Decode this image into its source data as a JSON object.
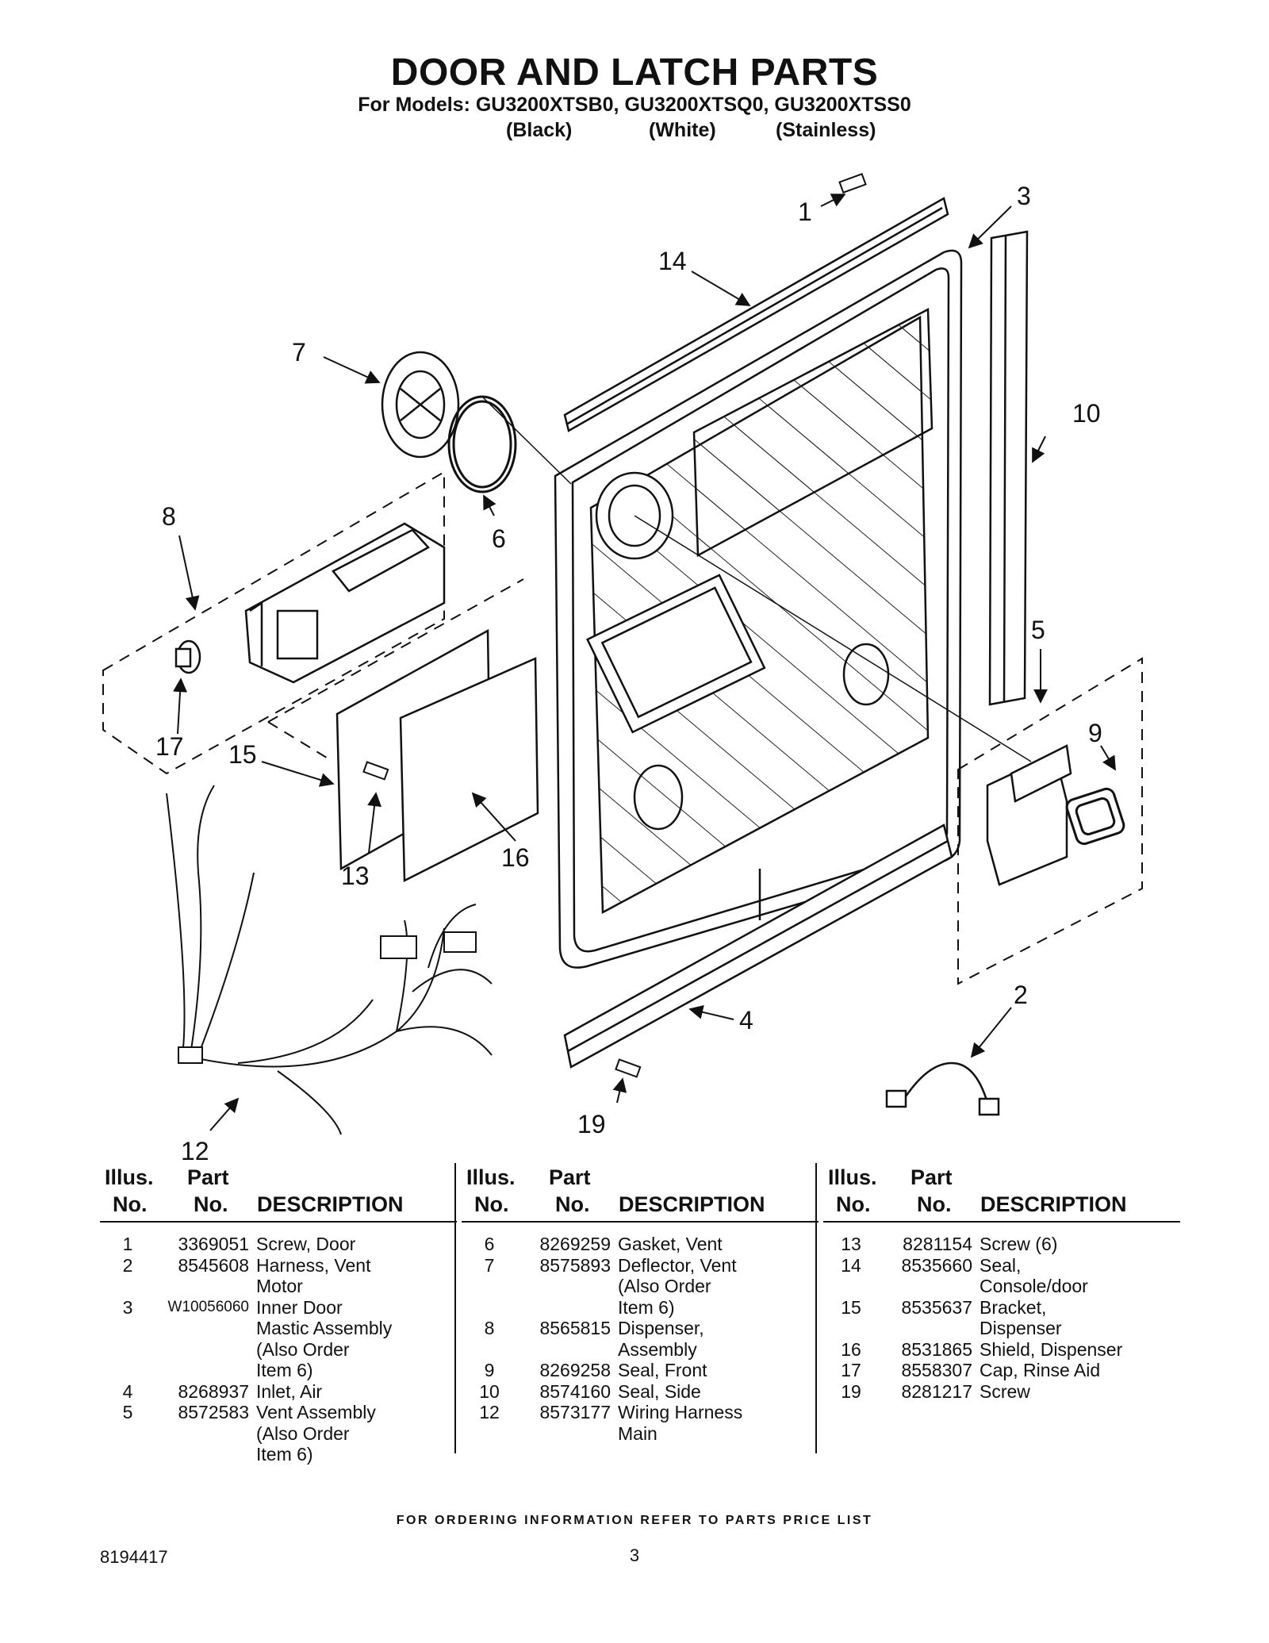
{
  "header": {
    "title": "DOOR AND LATCH PARTS",
    "models": "For Models: GU3200XTSB0, GU3200XTSQ0, GU3200XTSS0",
    "colors": [
      "(Black)",
      "(White)",
      "(Stainless)"
    ]
  },
  "diagram": {
    "callouts": [
      "1",
      "2",
      "3",
      "4",
      "5",
      "6",
      "7",
      "8",
      "9",
      "10",
      "12",
      "13",
      "14",
      "15",
      "16",
      "17",
      "19"
    ]
  },
  "table": {
    "headers": {
      "illus_top": "Illus.",
      "illus_bottom": "No.",
      "part_top": "Part",
      "part_bottom": "No.",
      "description": "DESCRIPTION"
    },
    "columns": [
      [
        {
          "illus": "1",
          "part": "3369051",
          "description": "Screw, Door"
        },
        {
          "illus": "2",
          "part": "8545608",
          "description": "Harness, Vent\nMotor"
        },
        {
          "illus": "3",
          "part": "W10056060",
          "description": "Inner Door\nMastic Assembly\n(Also Order\nItem 6)"
        },
        {
          "illus": "4",
          "part": "8268937",
          "description": "Inlet, Air"
        },
        {
          "illus": "5",
          "part": "8572583",
          "description": "Vent Assembly\n(Also Order\n Item 6)"
        }
      ],
      [
        {
          "illus": "6",
          "part": "8269259",
          "description": "Gasket, Vent"
        },
        {
          "illus": "7",
          "part": "8575893",
          "description": "Deflector, Vent\n(Also Order\nItem 6)"
        },
        {
          "illus": "8",
          "part": "8565815",
          "description": "Dispenser,\nAssembly"
        },
        {
          "illus": "9",
          "part": "8269258",
          "description": "Seal, Front"
        },
        {
          "illus": "10",
          "part": "8574160",
          "description": "Seal, Side"
        },
        {
          "illus": "12",
          "part": "8573177",
          "description": "Wiring Harness\nMain"
        }
      ],
      [
        {
          "illus": "13",
          "part": "8281154",
          "description": "Screw (6)"
        },
        {
          "illus": "14",
          "part": "8535660",
          "description": "Seal,\nConsole/door"
        },
        {
          "illus": "15",
          "part": "8535637",
          "description": "Bracket,\nDispenser"
        },
        {
          "illus": "16",
          "part": "8531865",
          "description": "Shield, Dispenser"
        },
        {
          "illus": "17",
          "part": "8558307",
          "description": "Cap, Rinse Aid"
        },
        {
          "illus": "19",
          "part": "8281217",
          "description": "Screw"
        }
      ]
    ]
  },
  "footer": {
    "ordering_note": "FOR ORDERING INFORMATION REFER TO PARTS PRICE LIST",
    "doc_number": "8194417",
    "page_number": "3"
  }
}
